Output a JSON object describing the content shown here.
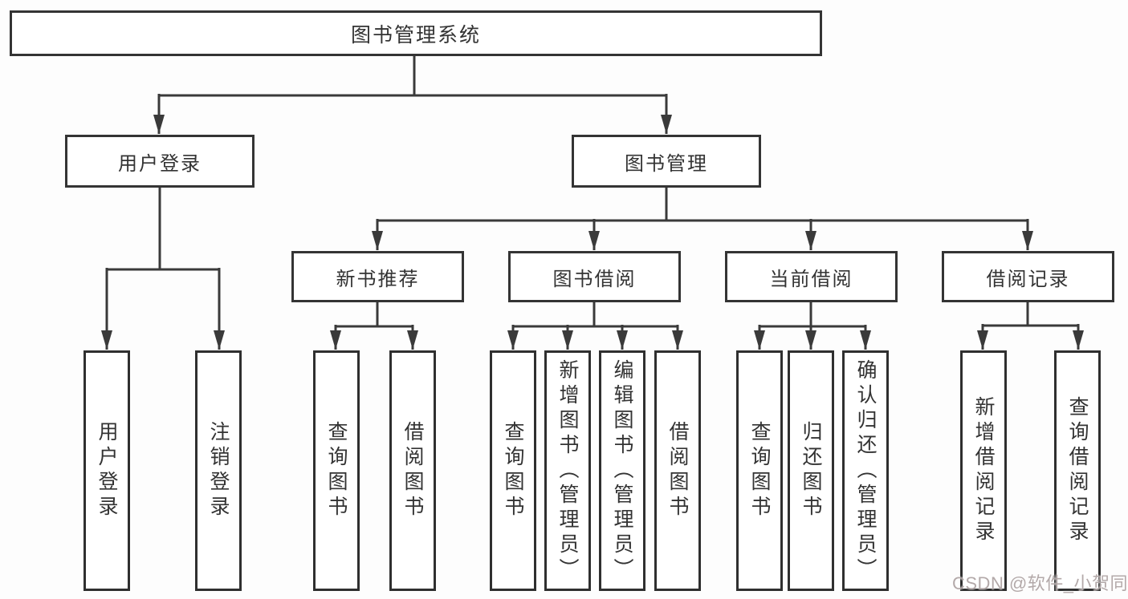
{
  "diagram_type": "hierarchy-tree",
  "colors": {
    "line": "#3a3a3a",
    "box_border": "#343434",
    "box_fill": "#ffffff",
    "text": "#333333",
    "watermark": "#aca2a2"
  },
  "root": {
    "label": "图书管理系统"
  },
  "level2": [
    {
      "label": "用户登录"
    },
    {
      "label": "图书管理"
    }
  ],
  "level3": [
    {
      "label": "新书推荐",
      "parent": "图书管理"
    },
    {
      "label": "图书借阅",
      "parent": "图书管理"
    },
    {
      "label": "当前借阅",
      "parent": "图书管理"
    },
    {
      "label": "借阅记录",
      "parent": "图书管理"
    }
  ],
  "level4": [
    {
      "label": "用户登录",
      "parent": "用户登录"
    },
    {
      "label": "注销登录",
      "parent": "用户登录"
    },
    {
      "label": "查询图书",
      "parent": "新书推荐"
    },
    {
      "label": "借阅图书",
      "parent": "新书推荐"
    },
    {
      "label": "查询图书",
      "parent": "图书借阅"
    },
    {
      "label": "新增图书（管理员）",
      "parent": "图书借阅"
    },
    {
      "label": "编辑图书（管理员）",
      "parent": "图书借阅"
    },
    {
      "label": "借阅图书",
      "parent": "图书借阅"
    },
    {
      "label": "查询图书",
      "parent": "当前借阅"
    },
    {
      "label": "归还图书",
      "parent": "当前借阅"
    },
    {
      "label": "确认归还（管理员）",
      "parent": "当前借阅"
    },
    {
      "label": "新增借阅记录",
      "parent": "借阅记录"
    },
    {
      "label": "查询借阅记录",
      "parent": "借阅记录"
    }
  ],
  "watermark": {
    "text": "CSDN @软件_小贺同学"
  }
}
